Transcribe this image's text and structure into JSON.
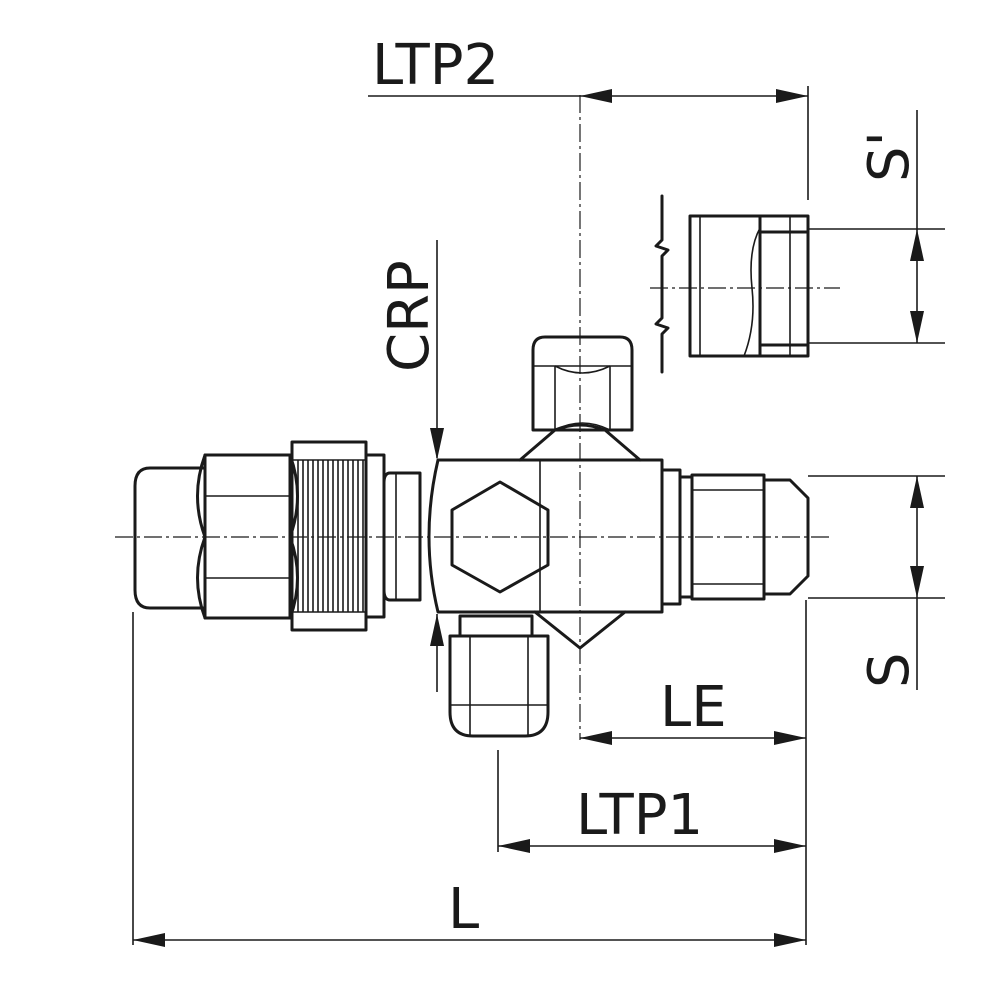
{
  "labels": {
    "ltp2": "LTP2",
    "s_prime": "S'",
    "crp": "CRP",
    "s": "S",
    "le": "LE",
    "ltp1": "LTP1",
    "l": "L"
  },
  "colors": {
    "line": "#1a1a1a",
    "background": "#ffffff"
  }
}
